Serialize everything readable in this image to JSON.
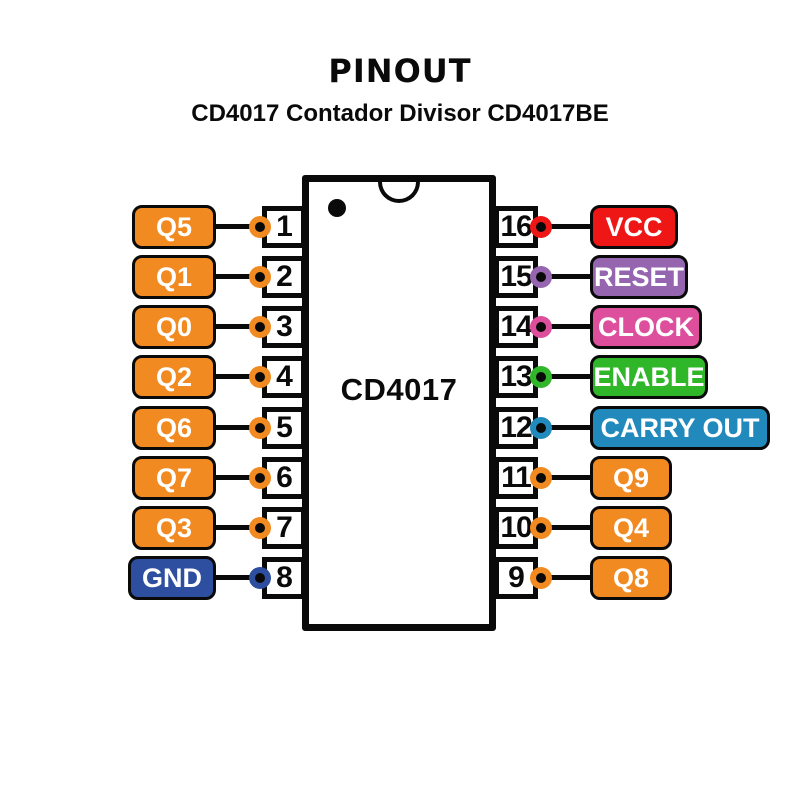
{
  "title": "PINOUT",
  "subtitle": "CD4017 Contador Divisor CD4017BE",
  "chip": {
    "name": "CD4017"
  },
  "colors": {
    "orange": "#F18A21",
    "red": "#EF1616",
    "purple": "#9565AF",
    "pink": "#DD4F9C",
    "green": "#2FB629",
    "teal": "#2289BC",
    "blue": "#2E4FA0",
    "outline": "#0A0A0A",
    "label_text": "#FFFFFF",
    "background": "#FFFFFF"
  },
  "left_pins": [
    {
      "number": "1",
      "label": "Q5",
      "color": "#F18A21"
    },
    {
      "number": "2",
      "label": "Q1",
      "color": "#F18A21"
    },
    {
      "number": "3",
      "label": "Q0",
      "color": "#F18A21"
    },
    {
      "number": "4",
      "label": "Q2",
      "color": "#F18A21"
    },
    {
      "number": "5",
      "label": "Q6",
      "color": "#F18A21"
    },
    {
      "number": "6",
      "label": "Q7",
      "color": "#F18A21"
    },
    {
      "number": "7",
      "label": "Q3",
      "color": "#F18A21"
    },
    {
      "number": "8",
      "label": "GND",
      "color": "#2E4FA0"
    }
  ],
  "right_pins": [
    {
      "number": "16",
      "label": "VCC",
      "color": "#EF1616"
    },
    {
      "number": "15",
      "label": "RESET",
      "color": "#9565AF"
    },
    {
      "number": "14",
      "label": "CLOCK",
      "color": "#DD4F9C"
    },
    {
      "number": "13",
      "label": "ENABLE",
      "color": "#2FB629"
    },
    {
      "number": "12",
      "label": "CARRY OUT",
      "color": "#2289BC"
    },
    {
      "number": "11",
      "label": "Q9",
      "color": "#F18A21"
    },
    {
      "number": "10",
      "label": "Q4",
      "color": "#F18A21"
    },
    {
      "number": "9",
      "label": "Q8",
      "color": "#F18A21"
    }
  ]
}
